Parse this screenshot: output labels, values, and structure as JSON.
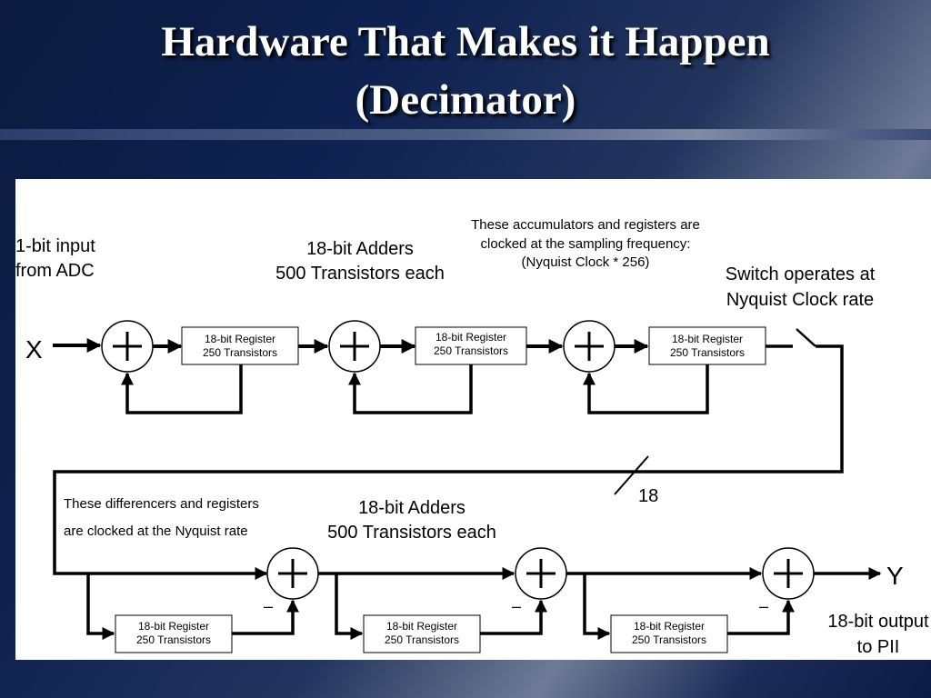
{
  "title": {
    "line1": "Hardware That Makes it Happen",
    "line2": "(Decimator)"
  },
  "diagram": {
    "input_label_line1": "1-bit input",
    "input_label_line2": "from ADC",
    "input_symbol": "X",
    "output_symbol": "Y",
    "output_label_line1": "18-bit output",
    "output_label_line2": "to PII",
    "adders_label_line1": "18-bit Adders",
    "adders_label_line2": "500 Transistors each",
    "accum_note_line1": "These accumulators and registers are",
    "accum_note_line2": "clocked at the sampling frequency:",
    "accum_note_line3": "(Nyquist Clock * 256)",
    "switch_label_line1": "Switch operates at",
    "switch_label_line2": "Nyquist Clock rate",
    "bus_width": "18",
    "diff_note_line1": "These differencers and registers",
    "diff_note_line2": "are clocked at the Nyquist rate",
    "register_line1": "18-bit Register",
    "register_line2": "250 Transistors",
    "minus_sign": "–"
  }
}
